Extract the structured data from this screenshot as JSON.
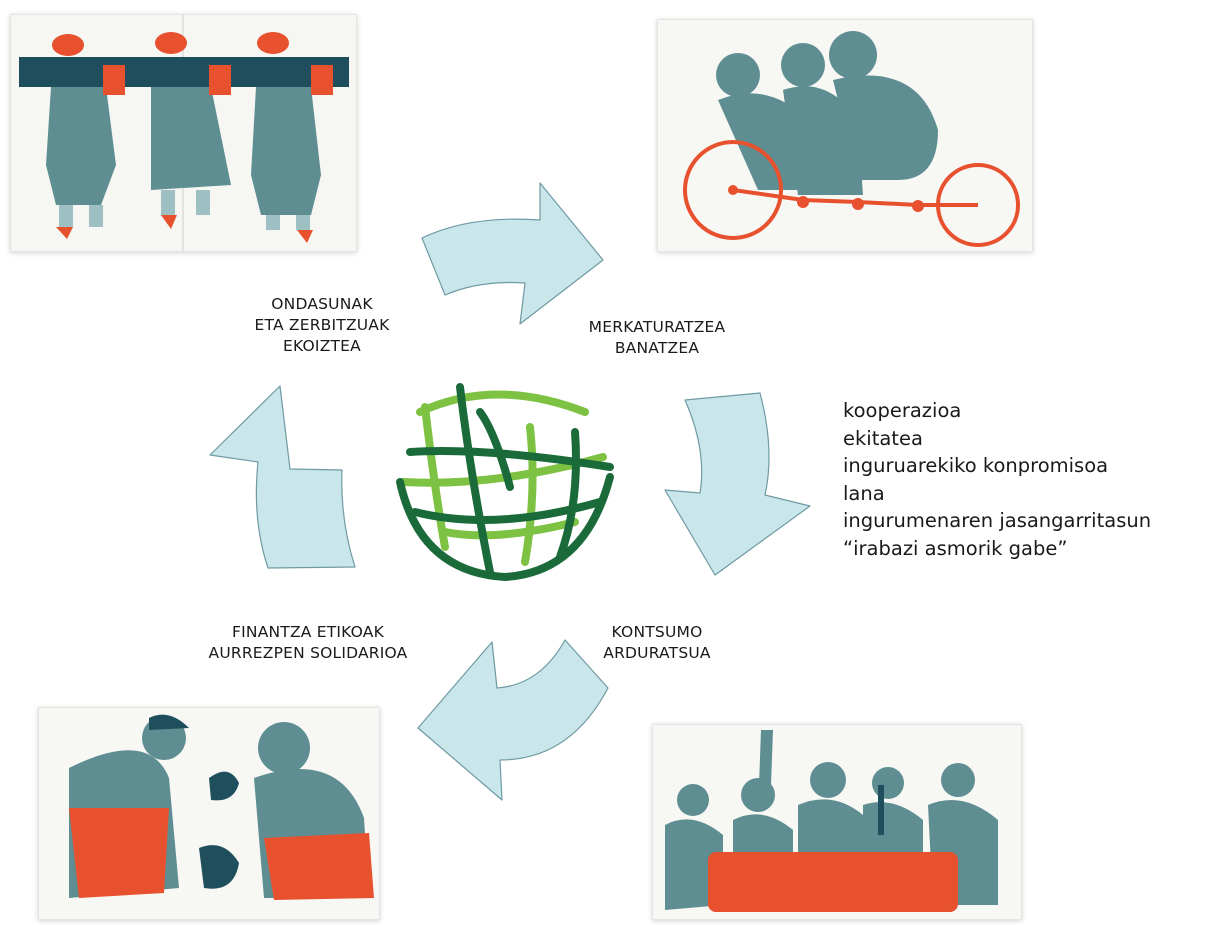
{
  "stages": [
    {
      "lines": [
        "ONDASUNAK",
        "ETA ZERBITZUAK",
        "EKOIZTEA"
      ]
    },
    {
      "lines": [
        "MERKATURATZEA",
        "BANATZEA"
      ]
    },
    {
      "lines": [
        "KONTSUMO",
        "ARDURATSUA"
      ]
    },
    {
      "lines": [
        "FINANTZA ETIKOAK",
        "AURREZPEN SOLIDARIOA"
      ]
    }
  ],
  "values": [
    "kooperazioa",
    "ekitatea",
    "inguruarekiko konpromisoa",
    "lana",
    "ingurumenaren jasangarritasun",
    "“irabazi asmorik gabe”"
  ],
  "colors": {
    "arrow_fill": "#c9e6ea",
    "arrow_stroke": "#6f9aa2",
    "figure_teal": "#5f8e92",
    "figure_dark": "#1f4f5c",
    "accent_orange": "#e8512e",
    "globe_dark": "#1b6b3a",
    "globe_light": "#7dc242"
  }
}
